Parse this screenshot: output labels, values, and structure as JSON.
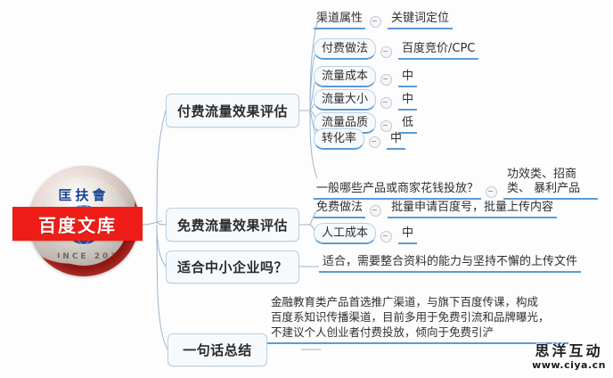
{
  "root": {
    "banner_text": "百度文库",
    "badge_top_text": "匡扶會",
    "badge_arc_text": "SINCE 201",
    "accent_red": "#ef1d17",
    "accent_blue": "#5b9bd5"
  },
  "branches": [
    {
      "id": "paid",
      "label": "付费流量效果评估",
      "children": [
        {
          "label": "渠道属性",
          "value": "关键词定位"
        },
        {
          "label": "付费做法",
          "value": "百度竞价/CPC"
        },
        {
          "label": "流量成本",
          "value": "中"
        },
        {
          "label": "流量大小",
          "value": "中"
        },
        {
          "label": "流量品质",
          "value": "低"
        },
        {
          "label": "转化率",
          "value": "中"
        },
        {
          "label": "一般哪些产品或商家花钱投放？",
          "value": "功效类、招商类、\n暴利产品"
        }
      ]
    },
    {
      "id": "free",
      "label": "免费流量效果评估",
      "children": [
        {
          "label": "免费做法",
          "value": "批量申请百度号，批量上传内容"
        },
        {
          "label": "人工成本",
          "value": "中"
        }
      ]
    },
    {
      "id": "sme",
      "label": "适合中小企业吗？",
      "children": [
        {
          "label": "",
          "value": "适合，需要整合资料的能力与坚持不懈的上传文件"
        }
      ]
    },
    {
      "id": "summary",
      "label": "一句话总结",
      "children": [
        {
          "label": "",
          "value": "金融教育类产品首选推广渠道，与旗下百度传课，构成\n百度系知识传播渠道，目前多用于免费引流和品牌曝光，\n不建议个人创业者付费投放，倾向于免费引浐"
        }
      ]
    }
  ],
  "watermark": {
    "brand": "思洋互动",
    "url": "www.ciya.cn"
  },
  "icons": {
    "collapse": "collapse-minus-icon"
  }
}
